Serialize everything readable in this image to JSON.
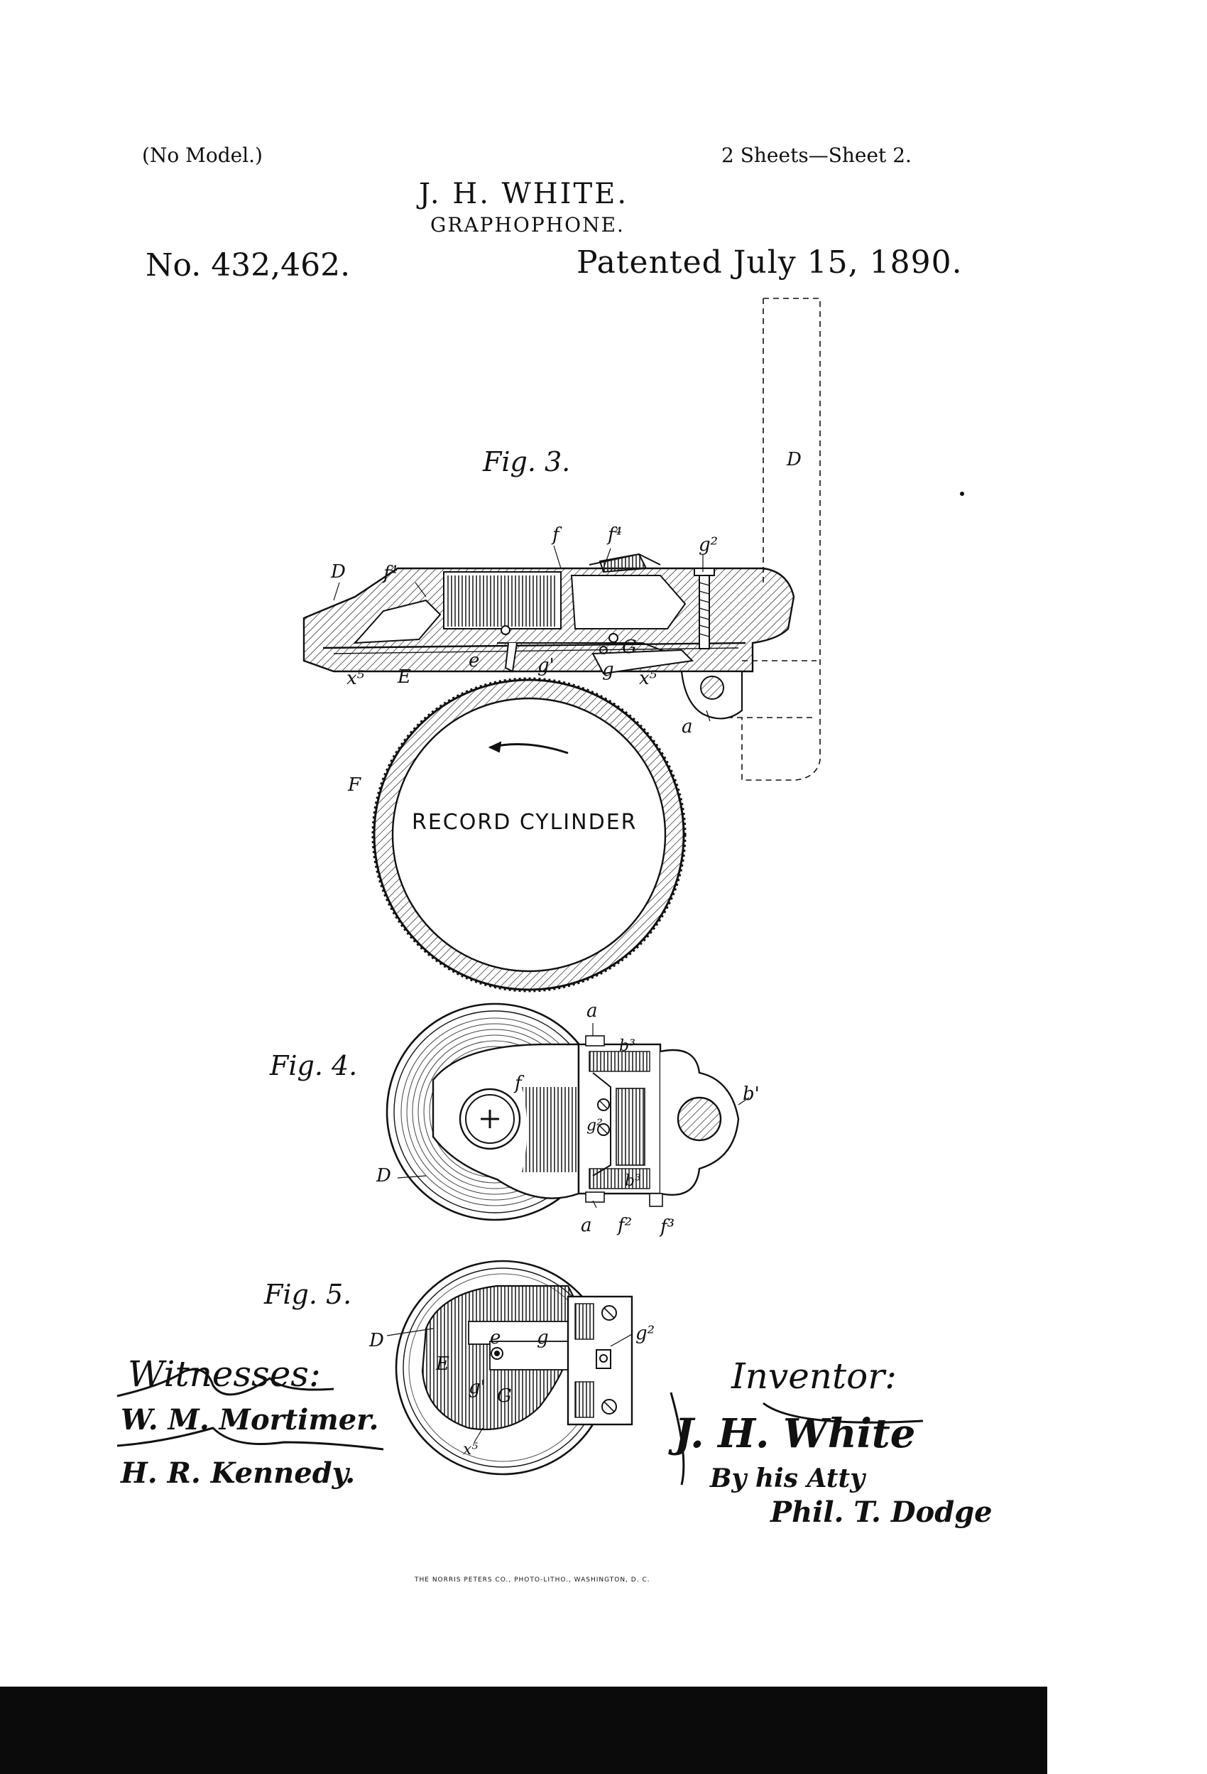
{
  "header": {
    "no_model": "(No Model.)",
    "sheets": "2 Sheets—Sheet 2.",
    "inventor_name": "J. H. WHITE.",
    "title": "GRAPHOPHONE.",
    "patent_no": "No. 432,462.",
    "patented": "Patented July 15, 1890."
  },
  "figures": {
    "fig3": {
      "caption": "Fig. 3.",
      "cylinder_label": "RECORD CYLINDER",
      "labels": {
        "D_top": "D",
        "D_right": "D",
        "f": "f",
        "f4_left": "f⁴",
        "f4_top": "f⁴",
        "g2": "g²",
        "G": "G",
        "e": "e",
        "g1": "g'",
        "g": "g",
        "x5_left": "x⁵",
        "x5_right": "x⁵",
        "E": "E",
        "a": "a",
        "F": "F"
      }
    },
    "fig4": {
      "caption": "Fig. 4.",
      "labels": {
        "a_top": "a",
        "b3_top": "b³",
        "f": "f",
        "g2": "g²",
        "b1": "b'",
        "D": "D",
        "b3_bottom": "b³",
        "a_bottom": "a",
        "f2": "f²",
        "f3": "f³"
      }
    },
    "fig5": {
      "caption": "Fig. 5.",
      "labels": {
        "D": "D",
        "E": "E",
        "e": "e",
        "g": "g",
        "g2": "g²",
        "g1": "g'",
        "G": "G",
        "x5": "x⁵"
      }
    }
  },
  "signatures": {
    "witnesses_label": "Witnesses:",
    "witness1": "W. M. Mortimer.",
    "witness2": "H. R. Kennedy.",
    "inventor_label": "Inventor:",
    "inventor_sig": "J. H. White",
    "attorney_line1": "By his Atty",
    "attorney_line2": "Phil. T. Dodge"
  },
  "footer": {
    "printer": "THE NORRIS PETERS CO., PHOTO-LITHO., WASHINGTON, D. C."
  }
}
